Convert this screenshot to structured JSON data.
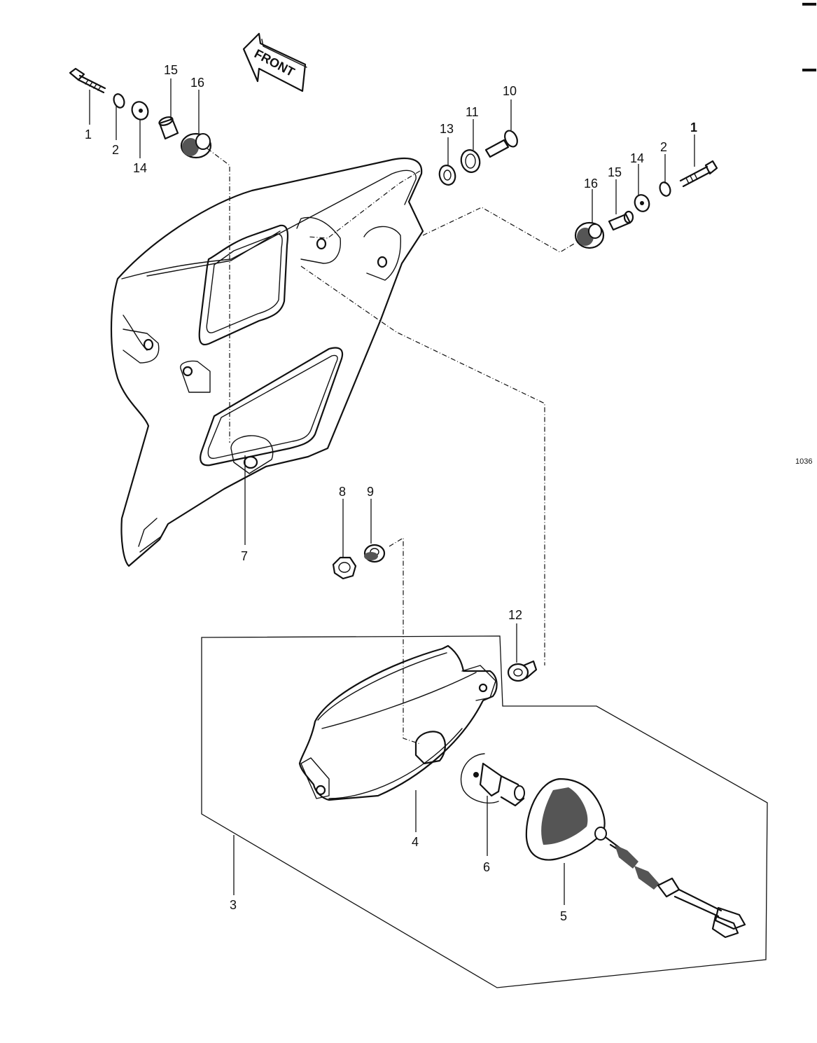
{
  "diagram": {
    "front_label": "FRONT",
    "figure_code": "1036",
    "callouts": {
      "c1a": "1",
      "c2a": "2",
      "c14a": "14",
      "c15a": "15",
      "c16a": "16",
      "c13": "13",
      "c11": "11",
      "c10": "10",
      "c1b": "1",
      "c2b": "2",
      "c14b": "14",
      "c15b": "15",
      "c16b": "16",
      "c7": "7",
      "c8": "8",
      "c9": "9",
      "c12": "12",
      "c4": "4",
      "c6": "6",
      "c5": "5",
      "c3": "3"
    }
  }
}
